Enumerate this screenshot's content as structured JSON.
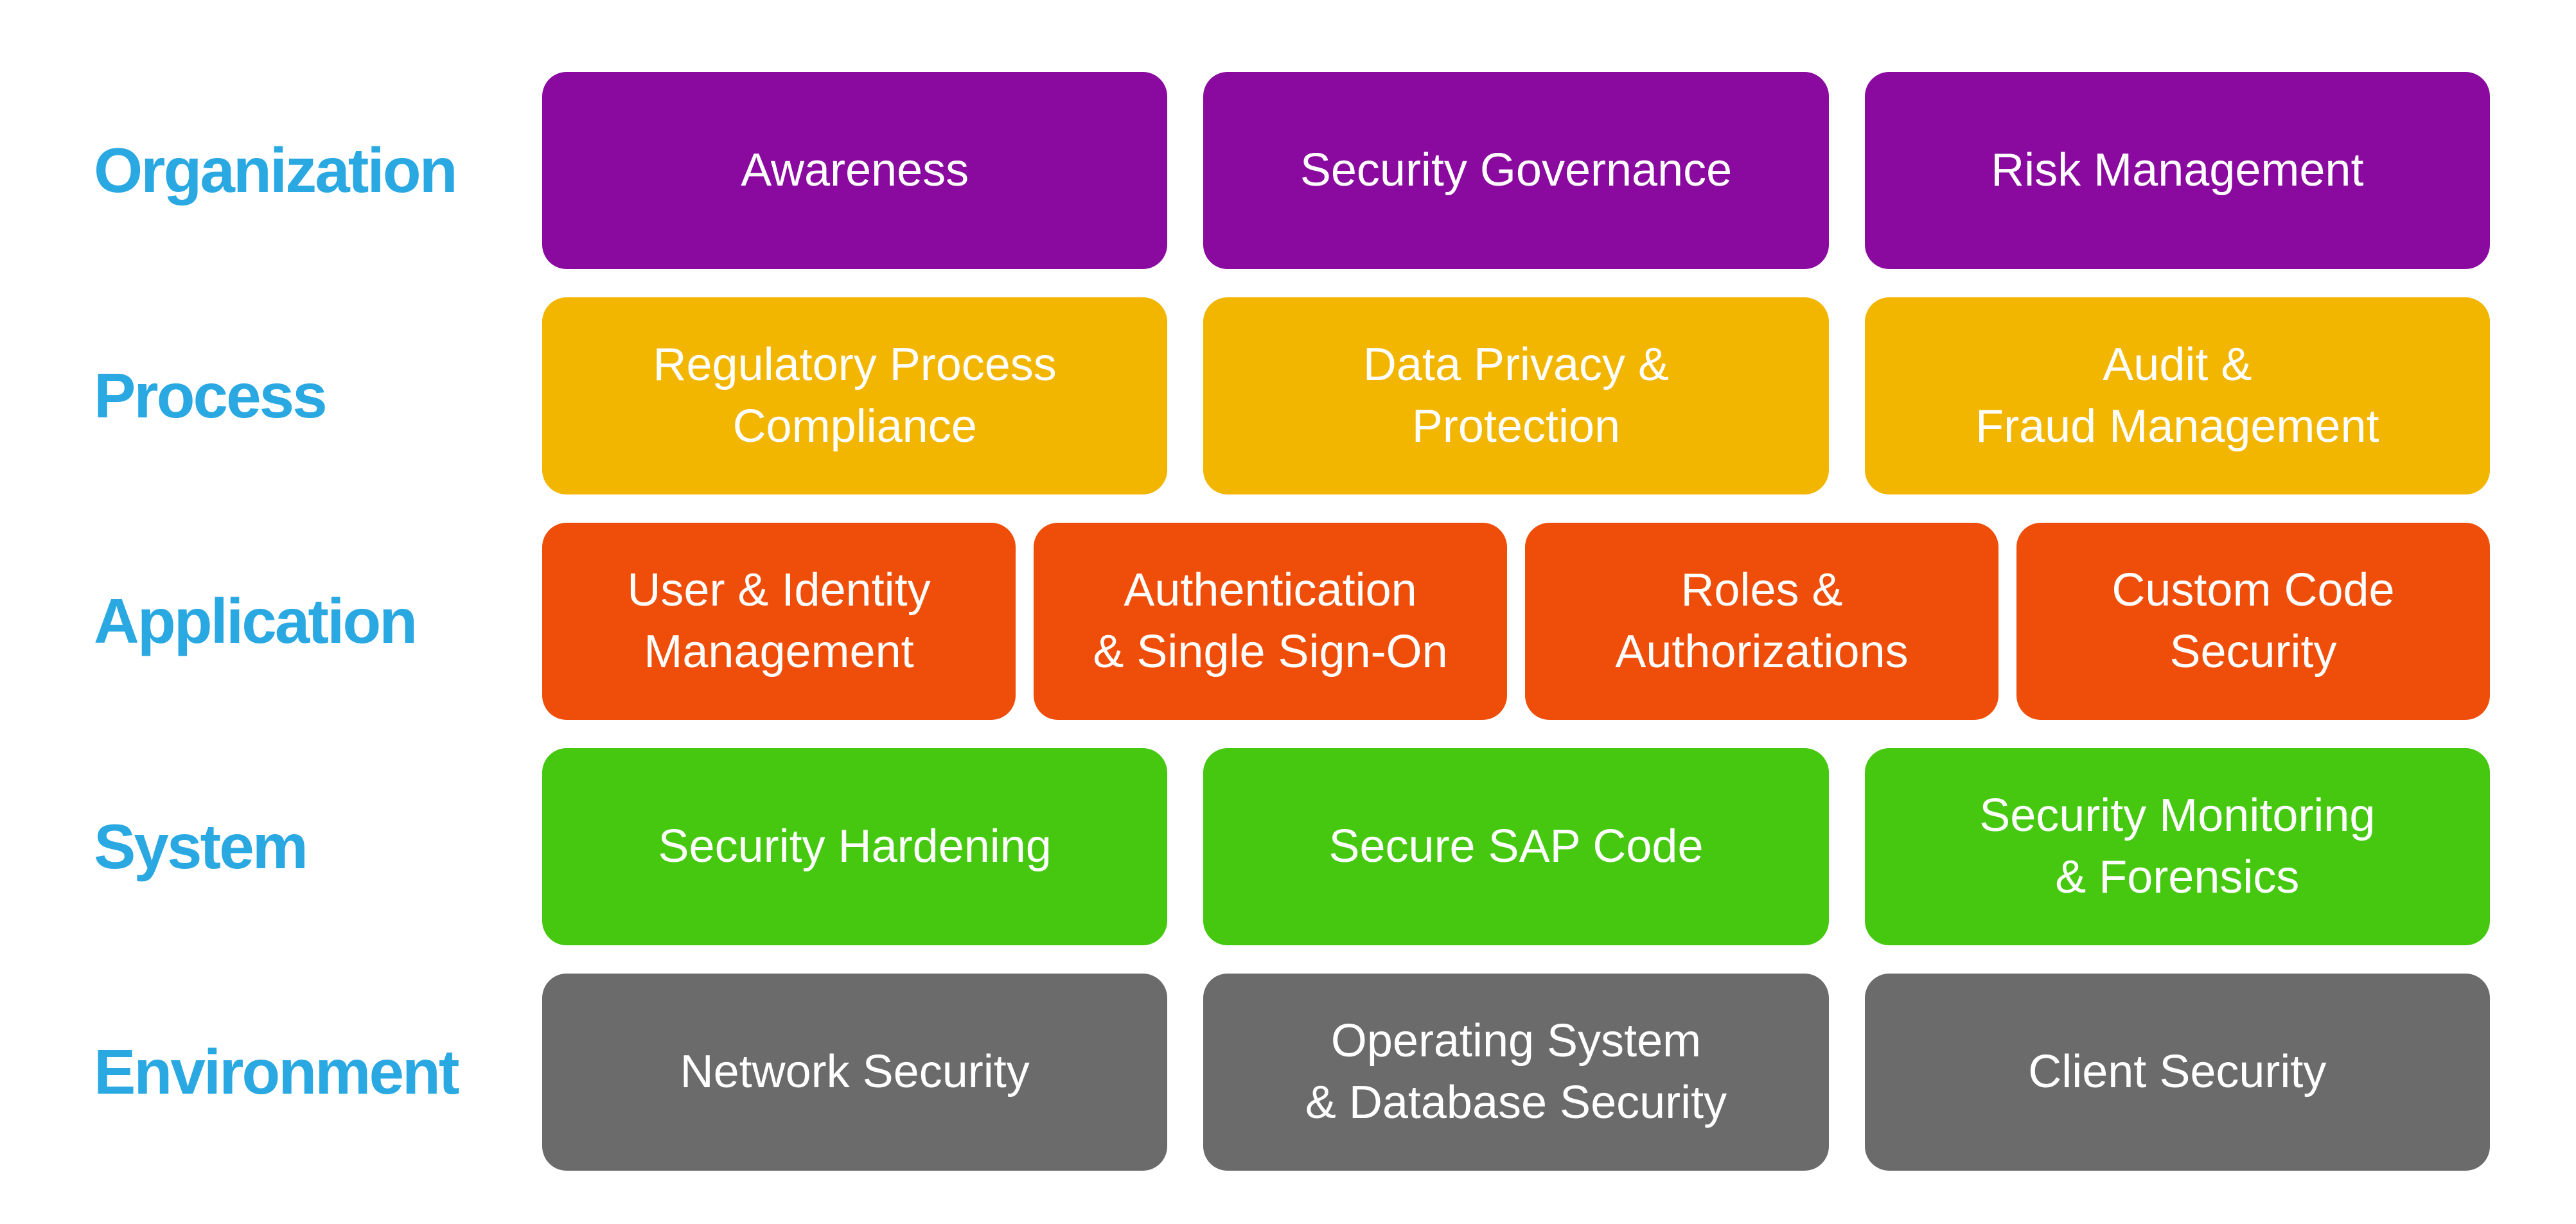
{
  "palette": {
    "background": "#FFFFFF",
    "label_color": "#29A8E2",
    "box_text_color": "#FFFFFF"
  },
  "rows": [
    {
      "label": "Organization",
      "color": "#8A0AA0",
      "boxes": [
        "Awareness",
        "Security Governance",
        "Risk Management"
      ]
    },
    {
      "label": "Process",
      "color": "#F3B600",
      "boxes": [
        "Regulatory Process\nCompliance",
        "Data Privacy &\nProtection",
        "Audit &\nFraud Management"
      ]
    },
    {
      "label": "Application",
      "color": "#EF4E0A",
      "boxes": [
        "User & Identity\nManagement",
        "Authentication\n& Single Sign-On",
        "Roles &\nAuthorizations",
        "Custom Code\nSecurity"
      ]
    },
    {
      "label": "System",
      "color": "#46C811",
      "boxes": [
        "Security Hardening",
        "Secure SAP Code",
        "Security Monitoring\n& Forensics"
      ]
    },
    {
      "label": "Environment",
      "color": "#6B6B6B",
      "boxes": [
        "Network Security",
        "Operating System\n& Database Security",
        "Client Security"
      ]
    }
  ]
}
